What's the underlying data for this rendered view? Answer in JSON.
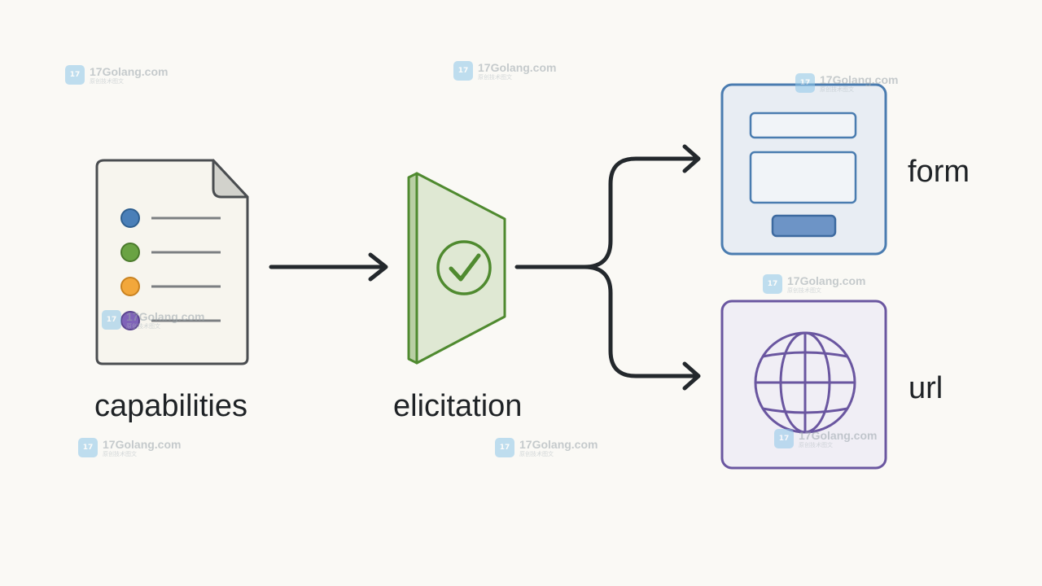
{
  "nodes": {
    "capabilities": {
      "label": "capabilities"
    },
    "elicitation": {
      "label": "elicitation"
    },
    "form": {
      "label": "form"
    },
    "url": {
      "label": "url"
    }
  },
  "colors": {
    "background": "#faf9f5",
    "arrow": "#23282c",
    "text": "#1f2326",
    "dot_blue": "#4a7fb8",
    "dot_green": "#6aa343",
    "dot_orange": "#f2a73b",
    "dot_purple": "#7f63b8",
    "elicitation_fill": "#dfe8d3",
    "elicitation_stroke": "#4f8a2f",
    "form_stroke": "#4a7cb0",
    "url_stroke": "#6a56a0"
  },
  "icons": {
    "capabilities": "document-list-icon",
    "elicitation": "check-circle-icon",
    "form": "form-icon",
    "url": "globe-icon"
  },
  "watermark": {
    "logo": "17",
    "text": "17Golang.com",
    "subtext": "原创技术图文"
  }
}
